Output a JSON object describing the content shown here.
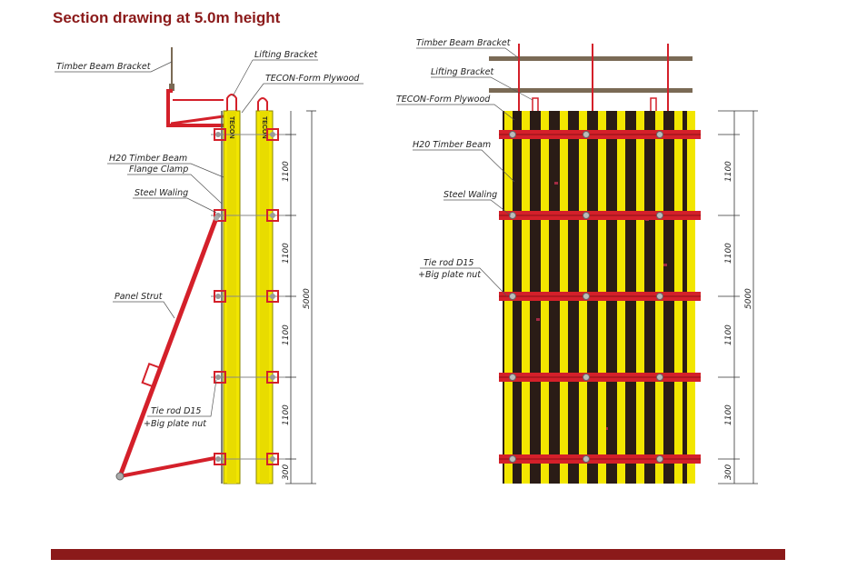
{
  "title": "Section drawing at 5.0m height",
  "colors": {
    "accent": "#8b1a1a",
    "waling": "#d4202a",
    "beam": "#f2e600",
    "plywood": "#2a1c16",
    "bracket": "#7a6a55"
  },
  "left_labels": {
    "timber_beam_bracket": "Timber Beam Bracket",
    "lifting_bracket": "Lifting Bracket",
    "tecon_plywood": "TECON-Form Plywood",
    "h20_timber_beam": "H20 Timber Beam",
    "flange_clamp": "Flange Clamp",
    "steel_waling": "Steel Waling",
    "panel_strut": "Panel Strut",
    "tie_rod_1": "Tie rod D15",
    "tie_rod_2": "+Big plate nut"
  },
  "right_labels": {
    "timber_beam_bracket": "Timber Beam Bracket",
    "lifting_bracket": "Lifting Bracket",
    "tecon_plywood": "TECON-Form Plywood",
    "h20_timber_beam": "H20 Timber Beam",
    "steel_waling": "Steel Waling",
    "tie_rod_1": "Tie rod D15",
    "tie_rod_2": "+Big plate nut"
  },
  "beam_text": "TECON",
  "dimensions": {
    "segments": [
      "1100",
      "1100",
      "1100",
      "1100",
      "300"
    ],
    "total": "5000"
  }
}
